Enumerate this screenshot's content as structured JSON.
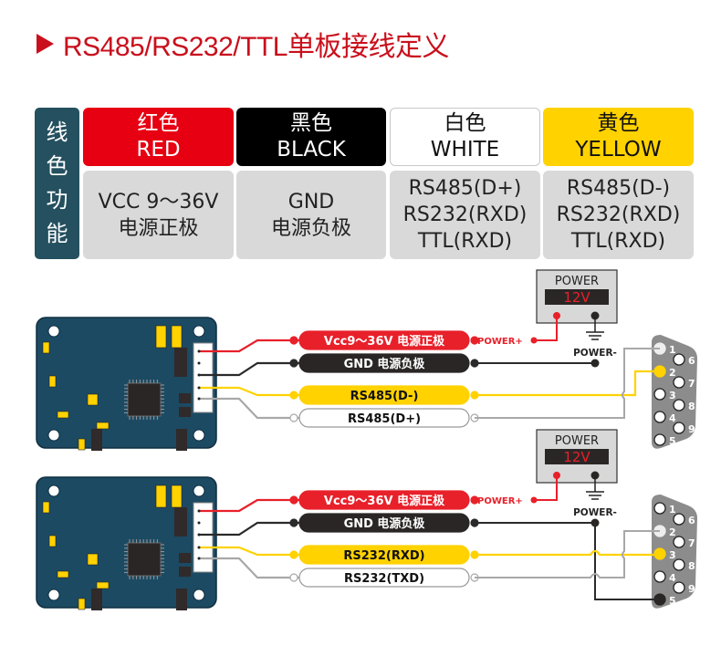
{
  "title": "RS485/RS232/TTL单板接线定义",
  "colors": {
    "accent": "#c9101c",
    "red": "#e60012",
    "black": "#000000",
    "white": "#ffffff",
    "yellow": "#ffd200",
    "side_header": "#24505f",
    "cell_bg": "#d9d9d9",
    "board": "#1c4a63",
    "connector": "#8c8c8c"
  },
  "table": {
    "side_label": [
      "线",
      "色",
      "功",
      "能"
    ],
    "columns": [
      {
        "name_cn": "红色",
        "name_en": "RED",
        "func": [
          "VCC 9～36V",
          "电源正极"
        ]
      },
      {
        "name_cn": "黑色",
        "name_en": "BLACK",
        "func": [
          "GND",
          "电源负极"
        ]
      },
      {
        "name_cn": "白色",
        "name_en": "WHITE",
        "func": [
          "RS485(D+)",
          "RS232(RXD)",
          "TTL(RXD)"
        ]
      },
      {
        "name_cn": "黄色",
        "name_en": "YELLOW",
        "func": [
          "RS485(D-)",
          "RS232(RXD)",
          "TTL(RXD)"
        ]
      }
    ]
  },
  "diagrams": [
    {
      "id": "rs485",
      "power_title": "POWER",
      "power_voltage": "12V",
      "power_plus": "POWER+",
      "power_minus": "POWER-",
      "wires": [
        {
          "label": "Vcc9～36V 电源正极",
          "color": "red"
        },
        {
          "label": "GND 电源负极",
          "color": "black"
        },
        {
          "label": "RS485(D-)",
          "color": "yellow"
        },
        {
          "label": "RS485(D+)",
          "color": "white"
        }
      ],
      "db9_pins": [
        "1",
        "2",
        "3",
        "4",
        "5",
        "6",
        "7",
        "8",
        "9"
      ],
      "db9_connections": {
        "yellow": "2",
        "white": "1"
      }
    },
    {
      "id": "rs232",
      "power_title": "POWER",
      "power_voltage": "12V",
      "power_plus": "POWER+",
      "power_minus": "POWER-",
      "wires": [
        {
          "label": "Vcc9～36V 电源正极",
          "color": "red"
        },
        {
          "label": "GND 电源负极",
          "color": "black"
        },
        {
          "label": "RS232(RXD)",
          "color": "yellow"
        },
        {
          "label": "RS232(TXD)",
          "color": "white"
        }
      ],
      "db9_pins": [
        "1",
        "2",
        "3",
        "4",
        "5",
        "6",
        "7",
        "8",
        "9"
      ],
      "db9_connections": {
        "yellow": "3",
        "white": "2",
        "black": "5"
      }
    }
  ]
}
